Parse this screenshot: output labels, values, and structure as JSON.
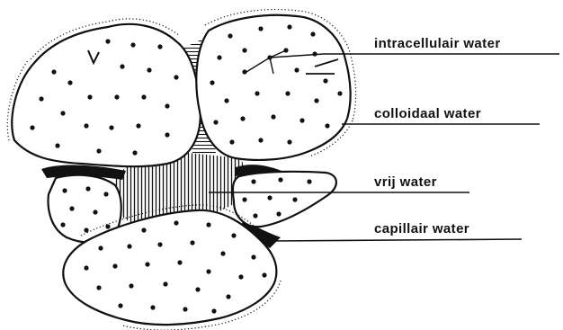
{
  "labels": {
    "intracellular": "intracellulair water",
    "colloidal": "colloidaal water",
    "free": "vrij water",
    "capillary": "capillair water"
  },
  "colors": {
    "ink": "#111111",
    "background": "#ffffff"
  }
}
